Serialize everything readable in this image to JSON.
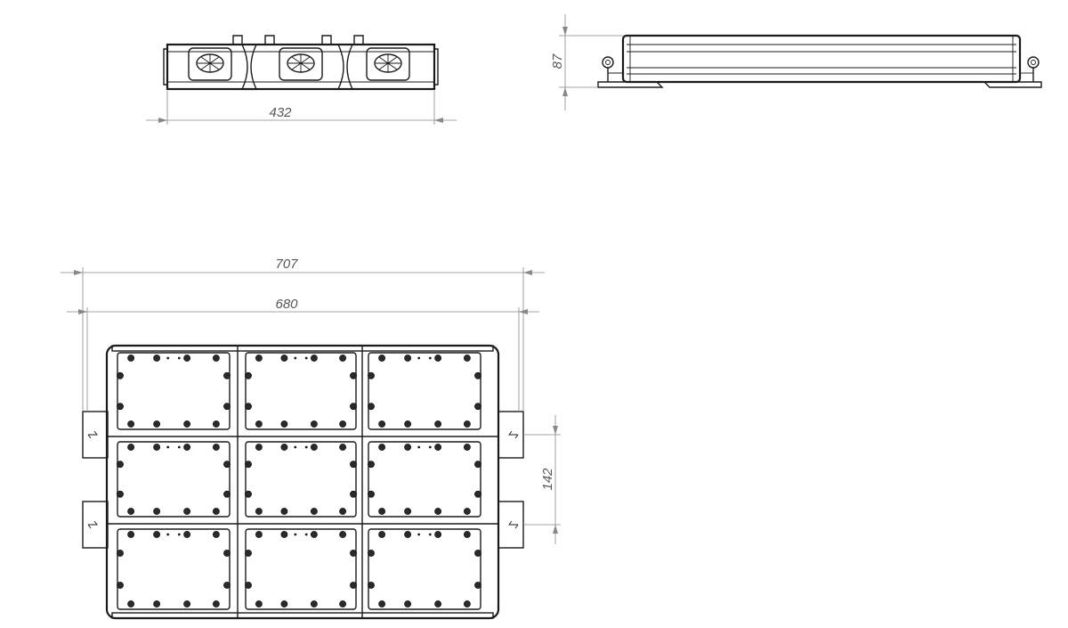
{
  "dimensions": {
    "front_width": "432",
    "side_height": "87",
    "overall_width": "707",
    "body_width": "680",
    "bracket_spacing": "142"
  },
  "colors": {
    "outline": "#1a1a1a",
    "dimension": "#888888",
    "background": "#ffffff"
  }
}
